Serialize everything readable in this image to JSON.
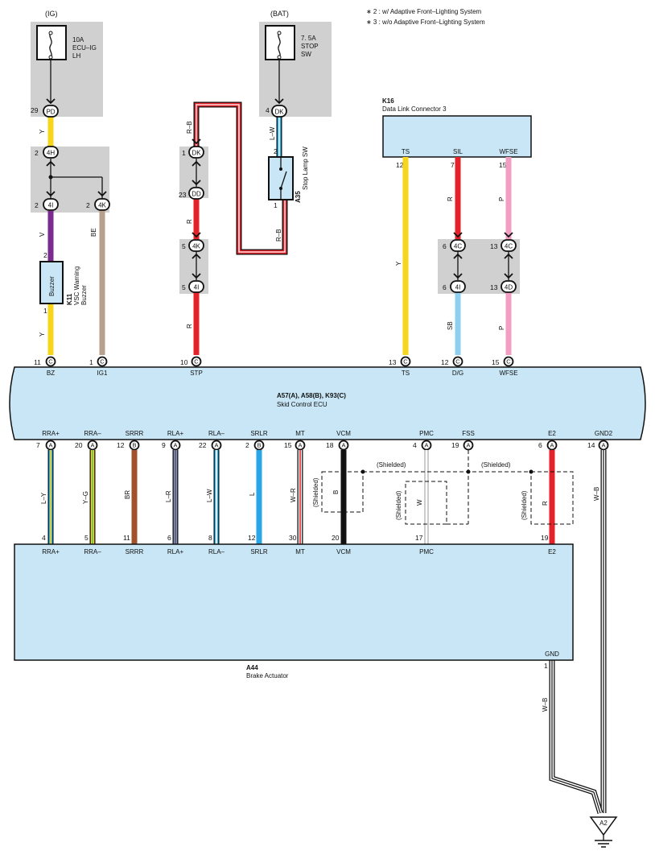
{
  "notes": [
    "∗ 2 : w/ Adaptive Front–Lighting System",
    "∗ 3 : w/o Adaptive Front–Lighting System"
  ],
  "ig": {
    "tag": "(IG)",
    "fuse_lines": [
      "10A",
      "ECU–IG",
      "LH"
    ],
    "pin": "29",
    "conn": "PD"
  },
  "bat": {
    "tag": "(BAT)",
    "fuse_lines": [
      "7. 5A",
      "STOP",
      "SW"
    ],
    "pin": "4",
    "conn": "DK"
  },
  "k16": {
    "id": "K16",
    "name": "Data Link Connector 3",
    "pins": [
      "TS",
      "SIL",
      "WFSE"
    ],
    "pin_numbers": [
      "12",
      "7",
      "15"
    ]
  },
  "junction_left": {
    "pins": [
      "2",
      "2",
      "2"
    ],
    "conns": [
      "4H",
      "4I",
      "4K"
    ]
  },
  "junction_mid": {
    "pins": [
      "1",
      "23",
      "5",
      "5"
    ],
    "conns": [
      "DK",
      "DD",
      "4K",
      "4I"
    ]
  },
  "junction_right": {
    "pins": [
      "6",
      "6",
      "13",
      "13"
    ],
    "conns": [
      "4C",
      "4I",
      "4C",
      "4D"
    ]
  },
  "buzzer": {
    "label": "Buzzer",
    "id": "K11",
    "name_lines": [
      "VSC Warning",
      "Buzzer"
    ],
    "pin_top": "2",
    "pin_bottom": "1"
  },
  "stop_sw": {
    "id": "A35",
    "name": "Stop Lamp SW",
    "pin_top": "2",
    "pin_bottom": "1"
  },
  "wire_colors": {
    "y1": "Y",
    "v": "V",
    "y2": "Y",
    "be": "BE",
    "rb1": "R–B",
    "lw": "L–W",
    "rb2": "R–B",
    "r1": "R",
    "r2": "R",
    "ts": "Y",
    "sil1": "R",
    "sil2": "SB",
    "wf1": "P",
    "wf2": "P"
  },
  "ecu": {
    "id": "A57(A), A58(B), K93(C)",
    "name": "Skid Control ECU",
    "top_terms": [
      {
        "pin": "11",
        "conn": "C",
        "label": "BZ"
      },
      {
        "pin": "1",
        "conn": "C",
        "label": "IG1"
      },
      {
        "pin": "10",
        "conn": "C",
        "label": "STP"
      },
      {
        "pin": "13",
        "conn": "C",
        "label": "TS"
      },
      {
        "pin": "12",
        "conn": "C",
        "label": "D/G"
      },
      {
        "pin": "15",
        "conn": "C",
        "label": "WFSE"
      }
    ],
    "bottom_terms": [
      {
        "pin": "7",
        "conn": "A",
        "label": "RRA+"
      },
      {
        "pin": "20",
        "conn": "A",
        "label": "RRA–"
      },
      {
        "pin": "12",
        "conn": "B",
        "label": "SRRR"
      },
      {
        "pin": "9",
        "conn": "A",
        "label": "RLA+"
      },
      {
        "pin": "22",
        "conn": "A",
        "label": "RLA–"
      },
      {
        "pin": "2",
        "conn": "B",
        "label": "SRLR"
      },
      {
        "pin": "15",
        "conn": "A",
        "label": "MT"
      },
      {
        "pin": "18",
        "conn": "A",
        "label": "VCM"
      },
      {
        "pin": "4",
        "conn": "A",
        "label": "PMC"
      },
      {
        "pin": "19",
        "conn": "A",
        "label": "FSS"
      },
      {
        "pin": "6",
        "conn": "A",
        "label": "E2"
      },
      {
        "pin": "14",
        "conn": "A",
        "label": "GND2"
      }
    ]
  },
  "lower_wires": [
    {
      "color": "L–Y",
      "act_pin": "4",
      "act_label": "RRA+"
    },
    {
      "color": "Y–G",
      "act_pin": "5",
      "act_label": "RRA–"
    },
    {
      "color": "BR",
      "act_pin": "11",
      "act_label": "SRRR"
    },
    {
      "color": "L–R",
      "act_pin": "6",
      "act_label": "RLA+"
    },
    {
      "color": "L–W",
      "act_pin": "8",
      "act_label": "RLA–"
    },
    {
      "color": "L",
      "act_pin": "12",
      "act_label": "SRLR"
    },
    {
      "color": "W–R",
      "act_pin": "30",
      "act_label": "MT"
    },
    {
      "color": "B",
      "act_pin": "20",
      "act_label": "VCM"
    },
    {
      "color": "W",
      "act_pin": "17",
      "act_label": "PMC"
    },
    {
      "color": "R",
      "act_pin": "19",
      "act_label": "E2"
    },
    {
      "color": "W–B"
    }
  ],
  "shielded": "(Shielded)",
  "actuator": {
    "id": "A44",
    "name": "Brake Actuator",
    "gnd_label": "GND",
    "gnd_pin": "1",
    "gnd_wire": "W–B"
  },
  "ground": {
    "label": "A2"
  }
}
